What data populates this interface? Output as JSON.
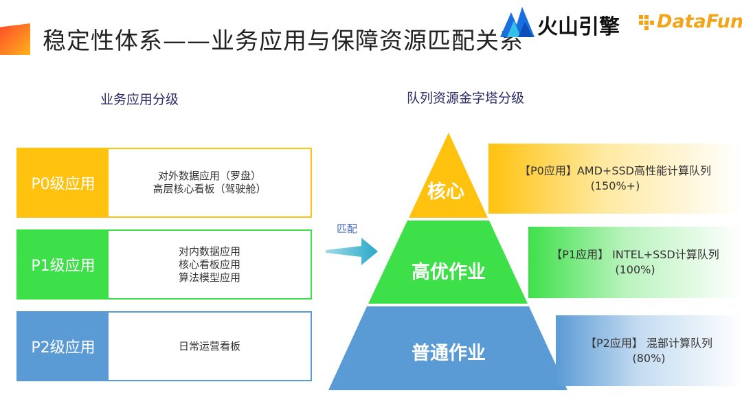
{
  "header": {
    "title": "稳定性体系——业务应用与保障资源匹配关系",
    "logo_main": "火山引擎",
    "logo_partner": "DataFun."
  },
  "left_section": {
    "heading": "业务应用分级",
    "rows": [
      {
        "label": "P0级应用",
        "color": "#ffc20e",
        "items": [
          "对外数据应用（罗盘）",
          "高层核心看板（驾驶舱）"
        ]
      },
      {
        "label": "P1级应用",
        "color": "#3ee04a",
        "items": [
          "对内数据应用",
          "核心看板应用",
          "算法模型应用"
        ]
      },
      {
        "label": "P2级应用",
        "color": "#5b9bd5",
        "items": [
          "日常运营看板"
        ]
      }
    ]
  },
  "arrow": {
    "label": "匹配"
  },
  "right_section": {
    "heading": "队列资源金字塔分级",
    "tiers": [
      {
        "label": "核心",
        "color": "#ffc20e",
        "queue_line1": "【P0应用】AMD+SSD高性能计算队列",
        "queue_line2": "(150%+)"
      },
      {
        "label": "高优作业",
        "color": "#3ee04a",
        "queue_line1": "【P1应用】 INTEL+SSD计算队列",
        "queue_line2": "(100%)"
      },
      {
        "label": "普通作业",
        "color": "#5b9bd5",
        "queue_line1": "【P2应用】 混部计算队列",
        "queue_line2": "(80%)"
      }
    ]
  }
}
